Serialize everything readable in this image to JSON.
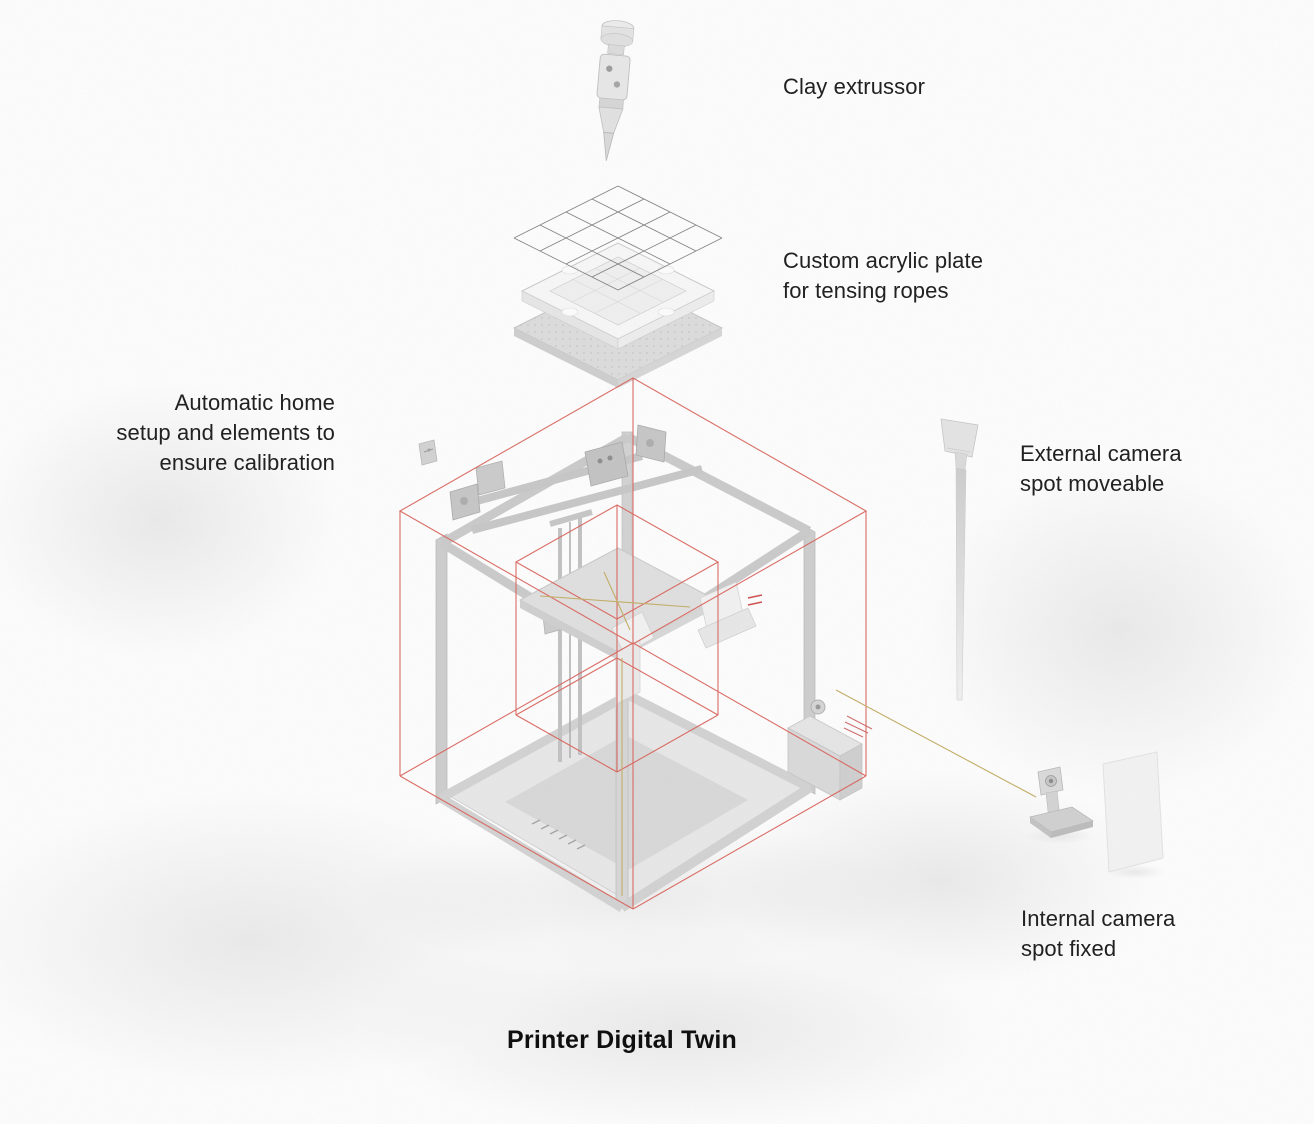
{
  "title": "Printer Digital Twin",
  "annotations": {
    "clay_extruder": "Clay extrussor",
    "acrylic_plate": "Custom acrylic plate\nfor tensing ropes",
    "auto_home": "Automatic home\nsetup and elements to\nensure calibration",
    "external_camera": "External camera\nspot moveable",
    "internal_camera": "Internal camera\nspot fixed"
  },
  "colors": {
    "background": "#fdfdfd",
    "text": "#212121",
    "wireframe_red": "#d9635b",
    "guide_yellow": "#c3ad66",
    "machine_gray": "#d6d6d6"
  }
}
